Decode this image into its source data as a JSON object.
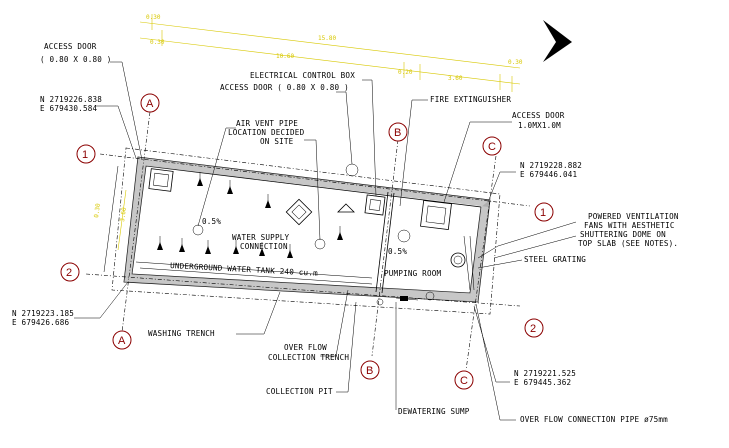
{
  "labels": {
    "access_door_left": "ACCESS DOOR",
    "access_door_left_size": "( 0.80 X 0.80 )",
    "electrical_control_box": "ELECTRICAL CONTROL BOX",
    "access_door_mid": "ACCESS DOOR ( 0.80 X 0.80 )",
    "fire_extinguisher": "FIRE EXTINGUISHER",
    "access_door_right": "ACCESS DOOR",
    "access_door_right_size": "1.0MX1.0M",
    "air_vent_1": "AIR VENT PIPE",
    "air_vent_2": "LOCATION DECIDED",
    "air_vent_3": "ON SITE",
    "water_supply_1": "WATER SUPPLY",
    "water_supply_2": "CONNECTION",
    "tank": "UNDERGROUND WATER TANK 240 cu.m",
    "pumping_room": "PUMPING ROOM",
    "vent_1": "POWERED VENTILATION",
    "vent_2": "FANS WITH AESTHETIC",
    "vent_3": "SHUTTERING DOME ON",
    "vent_4": "TOP SLAB (SEE NOTES).",
    "steel_grating": "STEEL GRATING",
    "washing_trench": "WASHING TRENCH",
    "overflow_trench_1": "OVER FLOW",
    "overflow_trench_2": "COLLECTION TRENCH",
    "collection_pit": "COLLECTION PIT",
    "dewatering_sump": "DEWATERING SUMP",
    "overflow_pipe": "OVER FLOW CONNECTION PIPE ø75mm",
    "slope_1": "0.5%",
    "slope_2": "0.5%"
  },
  "coordinates": {
    "nw_n": "N 2719226.838",
    "nw_e": "E 679430.584",
    "ne_n": "N 2719228.882",
    "ne_e": "E 679446.041",
    "sw_n": "N 2719223.185",
    "sw_e": "E 679426.686",
    "se_n": "N 2719221.525",
    "se_e": "E 679445.362"
  },
  "gridlines": {
    "a_top": "A",
    "a_bottom": "A",
    "b_top": "B",
    "b_bottom": "B",
    "c_top": "C",
    "c_bottom": "C",
    "one_left": "1",
    "one_right": "1",
    "two_left": "2",
    "two_right": "2"
  },
  "dimensions": {
    "top_0": "0.30",
    "top_1": "0.30",
    "top_2": "15.80",
    "top_3": "10.60",
    "top_4": "0.20",
    "top_5": "3.60",
    "top_6": "0.30",
    "left_1": "0.30",
    "left_2": "3.60"
  },
  "colors": {
    "line": "#000000",
    "dimension": "#d8c800",
    "grid_bubble": "#8b0000"
  }
}
